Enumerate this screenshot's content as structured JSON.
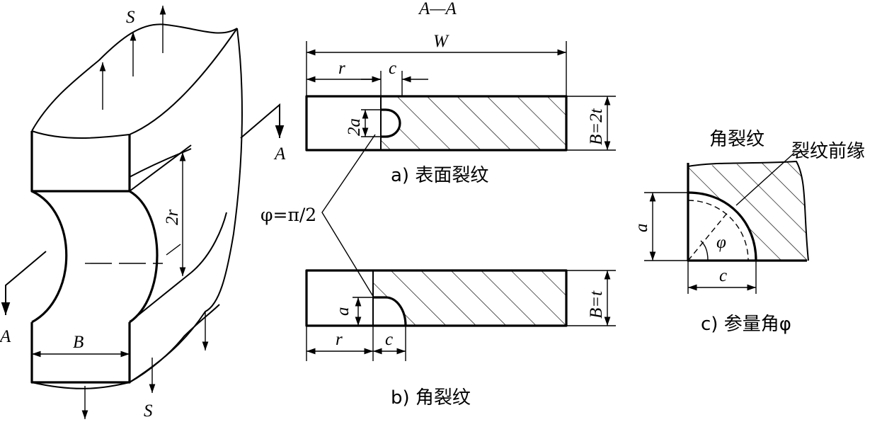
{
  "figure": {
    "left_part": {
      "load_top": "S",
      "load_bottom": "S",
      "section_mark_right": "A",
      "section_mark_left": "A",
      "hole_label": "2r",
      "thickness_label": "B"
    },
    "section": {
      "title": "A—A",
      "width_label": "W"
    },
    "panel_a": {
      "r_label": "r",
      "c_label": "c",
      "crack_label": "2a",
      "thickness_label": "B=2t",
      "caption": "a) 表面裂纹"
    },
    "phi_note": "φ=π/2",
    "panel_b": {
      "r_label": "r",
      "c_label": "c",
      "crack_label": "a",
      "thickness_label": "B=t",
      "caption": "b) 角裂纹"
    },
    "panel_c": {
      "corner_crack_label": "角裂纹",
      "crack_front_label": "裂纹前缘",
      "a_label": "a",
      "c_label": "c",
      "phi_label": "φ",
      "caption": "c) 参量角φ"
    }
  }
}
